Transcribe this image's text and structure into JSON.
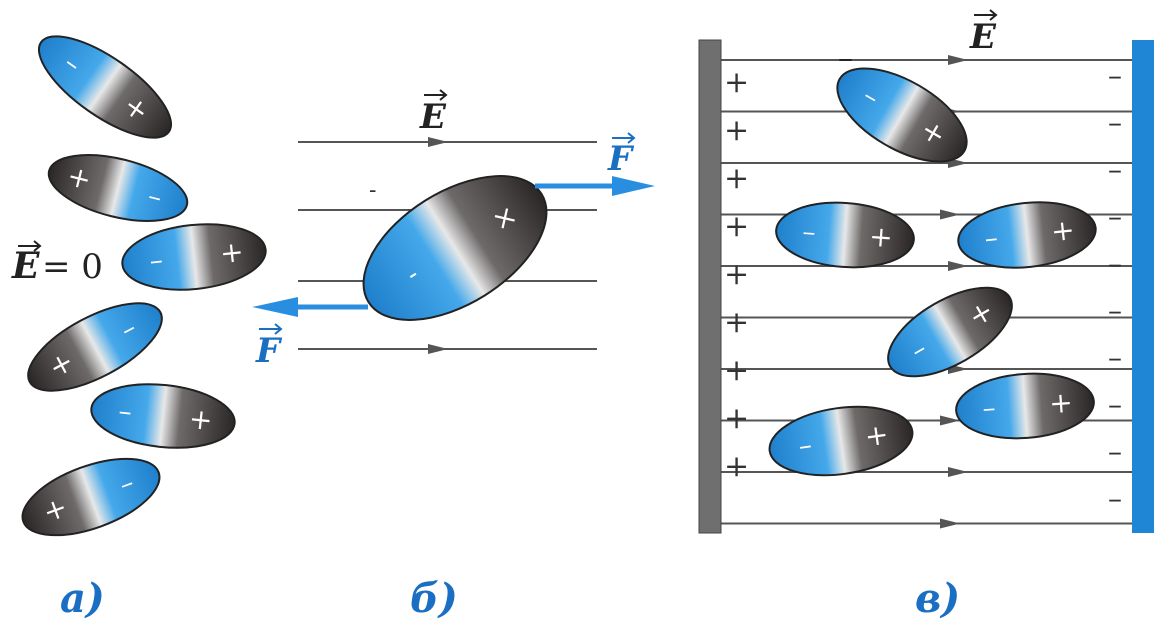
{
  "colors": {
    "blue": "#2f8fd6",
    "blue_light": "#6cc0f0",
    "dark": "#3a3434",
    "light": "#d8d8d8",
    "field_line": "#555555",
    "force": "#2a8ee0",
    "plate_left": "#6f6f6f",
    "plate_right": "#1e86d4",
    "label": "#1a6fc2",
    "text": "#222222"
  },
  "panel_a": {
    "label": "а)",
    "field_label": "E = 0",
    "field_symbol": "E",
    "field_value": "= 0"
  },
  "panel_b": {
    "label": "б)",
    "field_symbol": "E",
    "force_symbol": "F",
    "force_symbol_left": "F",
    "plus": "×",
    "minus": "-",
    "top_minus": "-"
  },
  "panel_c": {
    "label": "в)",
    "field_symbol": "E",
    "plate_plus": "+",
    "plate_minus": "–"
  }
}
